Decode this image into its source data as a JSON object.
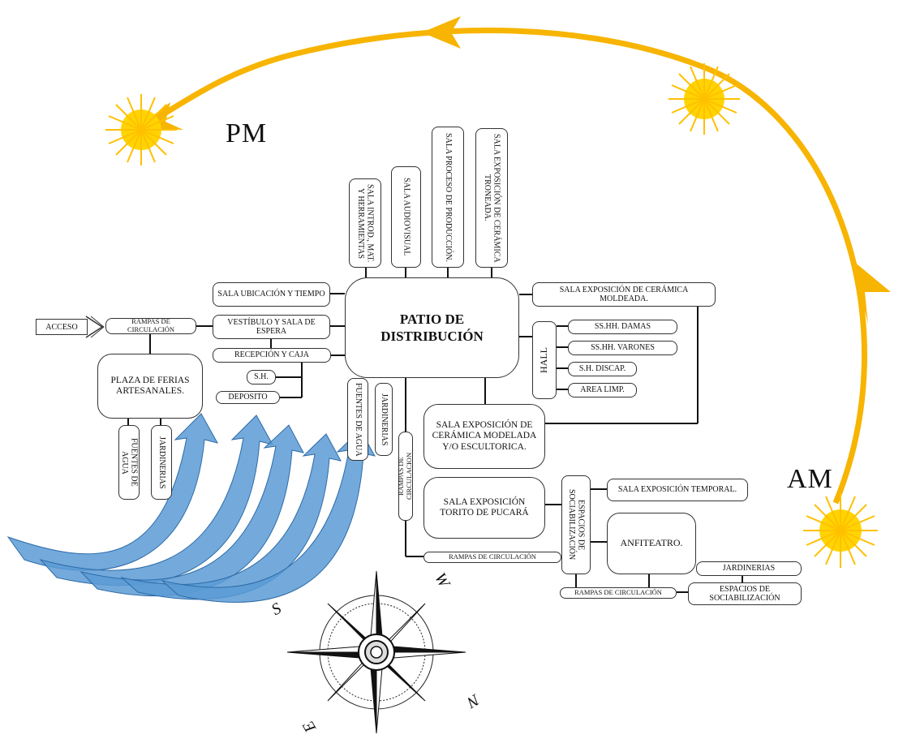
{
  "labels": {
    "pm": "PM",
    "am": "AM",
    "acceso": "ACCESO",
    "rampas_left": "RAMPAS DE CIRCULACIÓN",
    "vestibulo": "VESTÍBULO Y SALA DE ESPERA",
    "sala_ubicacion": "SALA UBICACIÓN Y TIEMPO",
    "recepcion": "RECEPCIÓN Y CAJA",
    "sh": "S.H.",
    "deposito": "DEPOSITO",
    "plaza": "PLAZA DE FERIAS ARTESANALES.",
    "fuentes_left": "FUENTES DE AGUA",
    "jardinerias_left": "JARDINERIAS",
    "sala_introd": "SALA INTROD., MAT. Y HERRAMIENTAS",
    "sala_audiovisual": "SALA AUDIOVISUAL",
    "sala_proceso": "SALA PROCESO DE PRODUCCIÓN.",
    "sala_ceramica_troneada": "SALA EXPOSICIÓN DE CERÁMICA TRONEADA.",
    "patio": "PATIO DE DISTRIBUCIÓN",
    "sala_moldeada": "SALA EXPOSICIÓN DE CERÁMICA MOLDEADA.",
    "hall": "HALL",
    "sshh_damas": "SS.HH. DAMAS",
    "sshh_varones": "SS.HH. VARONES",
    "sh_discap": "S.H. DISCAP.",
    "area_limp": "AREA LIMP.",
    "fuentes_center": "FUENTES DE AGUA",
    "jardinerias_center": "JARDINERIAS",
    "rampas_vertical": "RAMPAS DE CIRCULACION",
    "sala_modelada": "SALA EXPOSICIÓN DE CERÁMICA MODELADA Y/O ESCULTORICA.",
    "sala_torito": "SALA EXPOSICIÓN TORITO DE PUCARÁ",
    "espacios_vertical": "ESPACIOS DE SOCIABILIZACIÓN",
    "sala_temporal": "SALA EXPOSICIÓN TEMPORAL.",
    "anfiteatro": "ANFITEATRO.",
    "rampas_bottom": "RAMPAS DE CIRCULACIÓN",
    "rampas_bottom2": "RAMPAS DE CIRCULACIÓN",
    "jardinerias_right": "JARDINERIAS",
    "espacios_right": "ESPACIOS DE SOCIABILIZACIÓN",
    "compass_s": "S",
    "compass_w": "W",
    "compass_n": "N",
    "compass_e": "E"
  },
  "colors": {
    "sun_path": "#F7B400",
    "sun": "#FFD400",
    "wind": "#5B9BD5",
    "wind_dark": "#2E6BA8",
    "line": "#111111"
  },
  "icons": [
    "sun-icon",
    "wind-arrow-icon",
    "compass-rose-icon",
    "entry-chevron-icon"
  ]
}
